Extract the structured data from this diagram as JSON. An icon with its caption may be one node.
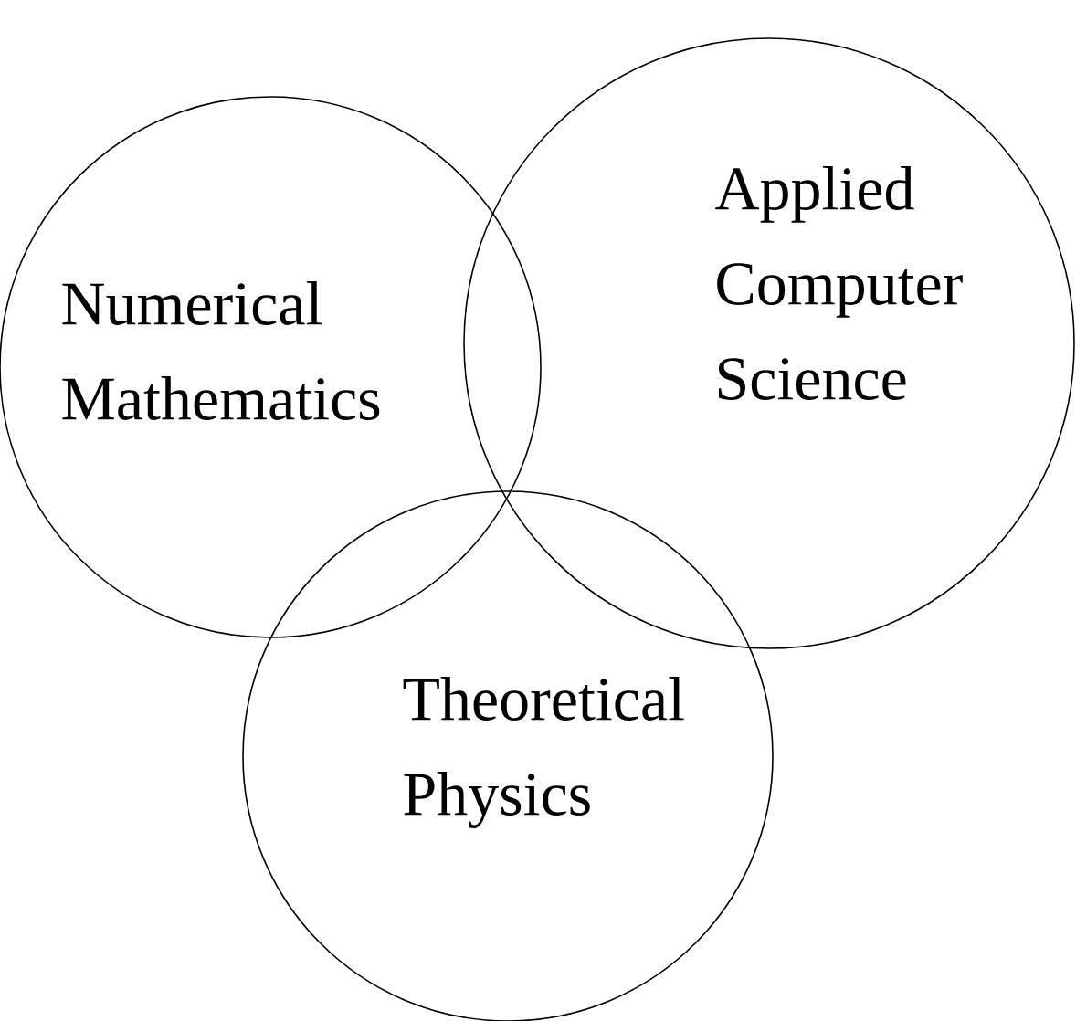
{
  "diagram": {
    "nodes": [
      {
        "text": [
          "Numerical Mathematics"
        ]
      },
      {
        "text": [
          "Applied Computer Science"
        ]
      },
      {
        "text": [
          "Theoretical Physics"
        ]
      }
    ],
    "edges": []
  }
}
